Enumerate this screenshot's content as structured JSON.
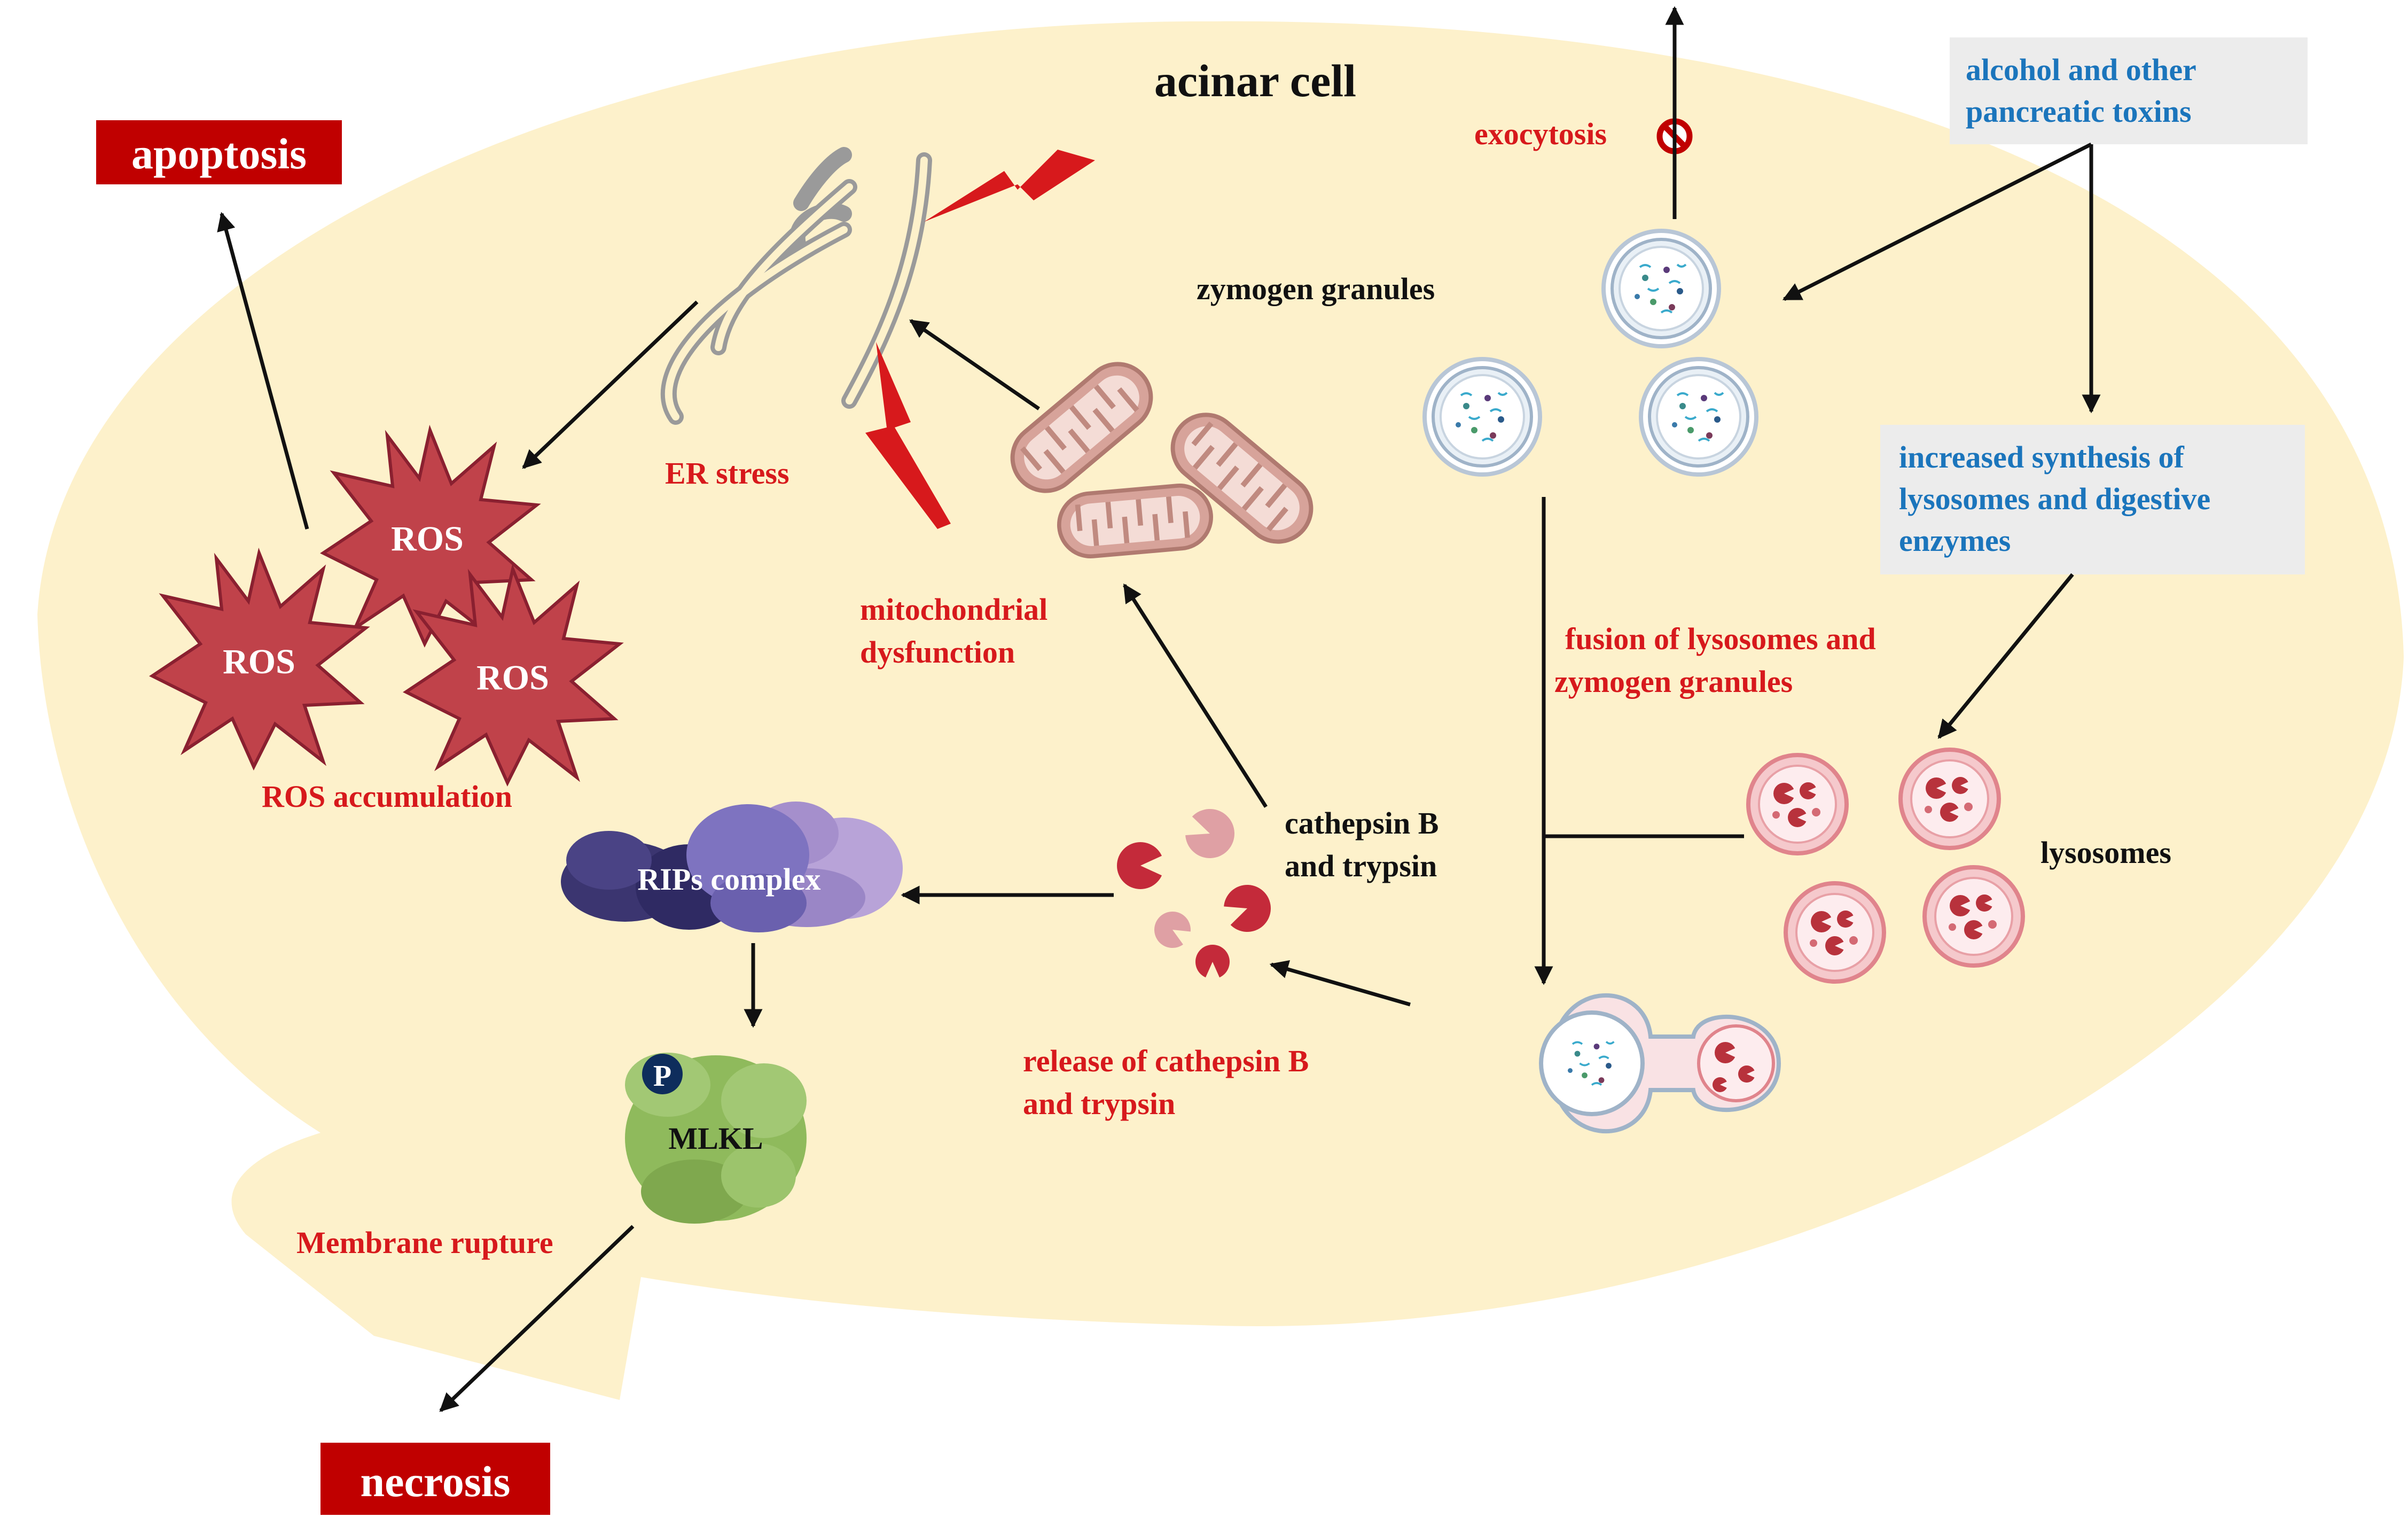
{
  "title": "acinar cell",
  "labels": {
    "apoptosis": "apoptosis",
    "necrosis": "necrosis",
    "exocytosis": "exocytosis",
    "er_stress": "ER stress",
    "ros": "ROS",
    "ros_accumulation": "ROS accumulation",
    "mito_line1": "mitochondrial",
    "mito_line2": "dysfunction",
    "zymogen_granules": "zymogen granules",
    "toxins_line1": "alcohol and other",
    "toxins_line2": "pancreatic toxins",
    "synth_line1": "increased synthesis of",
    "synth_line2": "lysosomes and digestive",
    "synth_line3": "enzymes",
    "fusion_line1": "fusion of lysosomes and",
    "fusion_line2": "zymogen granules",
    "lysosomes": "lysosomes",
    "cathepsin_line1": "cathepsin B",
    "cathepsin_line2": "and trypsin",
    "release_line1": "release of cathepsin B",
    "release_line2": "and trypsin",
    "rips_complex": "RIPs complex",
    "phospho": "P",
    "mlkl": "MLKL",
    "membrane_rupture": "Membrane rupture"
  },
  "colors": {
    "cell_fill": "#fdf1cb",
    "label_red": "#d7191c",
    "outcome_box": "#c00000",
    "info_text_blue": "#1b75bc",
    "info_box_gray": "#ececec",
    "ros_fill": "#c0424a",
    "mito_fill": "#d7a39a",
    "er_stroke": "#9a9a9a",
    "zymogen_ring": "#9fb3c8",
    "lysosome_ring": "#e0848c",
    "rips_dark": "#3b3570",
    "rips_mid": "#7e73c0",
    "rips_light": "#b8a3d8",
    "mlkl_green": "#8fba5c",
    "phospho_navy": "#0e2d5c"
  }
}
